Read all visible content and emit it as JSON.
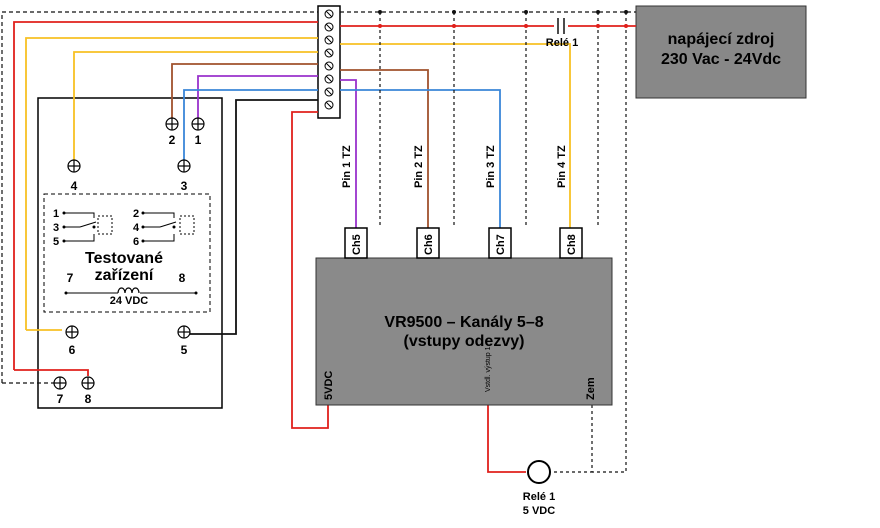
{
  "psu": {
    "line1": "napájecí zdroj",
    "line2": "230 Vac - 24Vdc"
  },
  "relay_top_label": "Relé 1",
  "device": {
    "title1": "Testované",
    "title2": "zařízení",
    "coil": "24 VDC",
    "pins_left": [
      "1",
      "3",
      "5"
    ],
    "pins_right": [
      "2",
      "4",
      "6"
    ],
    "pin7": "7",
    "pin8": "8"
  },
  "terminals": {
    "t1": "1",
    "t2": "2",
    "t3": "3",
    "t4": "4",
    "t5": "5",
    "t6": "6",
    "t7": "7",
    "t8": "8"
  },
  "pin_labels": [
    "Pin 1 TZ",
    "Pin 2 TZ",
    "Pin 3 TZ",
    "Pin 4 TZ"
  ],
  "channels": [
    "Ch5",
    "Ch6",
    "Ch7",
    "Ch8"
  ],
  "vr": {
    "title1": "VR9500 – Kanály 5–8",
    "title2": "(vstupy odezvy)",
    "vdc": "5VDC",
    "output": "Vstdl. výstup 1",
    "zem": "Zem"
  },
  "relay_bottom": {
    "line1": "Relé 1",
    "line2": "5 VDC"
  },
  "colors": {
    "red": "#e0201c",
    "orange": "#f7c124",
    "brown": "#a0522d",
    "purple": "#9932cc",
    "blue": "#3a86d8",
    "black": "#111111",
    "psu_fill": "#888888",
    "vr_fill": "#8a8a8a"
  }
}
